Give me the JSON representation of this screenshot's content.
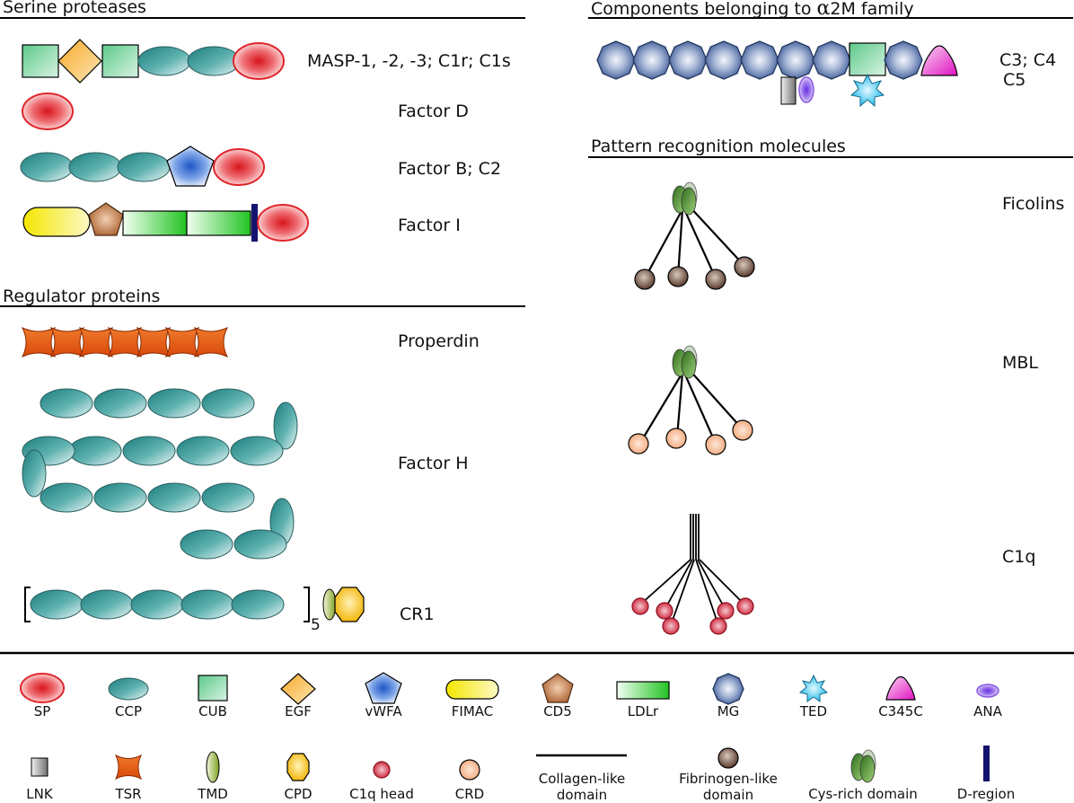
{
  "sections": {
    "serine": "Serine proteases",
    "regulator": "Regulator proteins",
    "a2m_prefix": "Components belonging to ",
    "a2m_alpha": "α",
    "a2m_suffix": "2M family",
    "pattern": "Pattern recognition molecules"
  },
  "labels": {
    "masp": "MASP-1, -2, -3; C1r; C1s",
    "factor_d": "Factor D",
    "factor_b": "Factor B; C2",
    "factor_i": "Factor I",
    "properdin": "Properdin",
    "factor_h": "Factor H",
    "cr1": "CR1",
    "cr1_repeat": "5",
    "c3_line1": "C3; C4",
    "c3_line2": "C5",
    "ficolins": "Ficolins",
    "mbl": "MBL",
    "c1q": "C1q"
  },
  "legend": {
    "row1": [
      "SP",
      "CCP",
      "CUB",
      "EGF",
      "vWFA",
      "FIMAC",
      "CD5",
      "LDLr",
      "MG",
      "TED",
      "C345C",
      "ANA"
    ],
    "row2": [
      "LNK",
      "TSR",
      "TMD",
      "CPD",
      "C1q head",
      "CRD",
      "Collagen-like domain",
      "Fibrinogen-like domain",
      "Cys-rich domain",
      "D-region"
    ]
  },
  "colors": {
    "sp": "#e0252b",
    "ccp": "#2a8c8c",
    "cub": "#7cd4a0",
    "egf": "#f3b848",
    "vwfa": "#2f6fd0",
    "fimac": "#f2e000",
    "cd5": "#b86a36",
    "ldlr": "#33cc33",
    "mg": "#4d6aa8",
    "ted": "#38c8f0",
    "c345c": "#e010c0",
    "ana": "#8a55e0",
    "lnk": "#888888",
    "tsr": "#e6580e",
    "tmd": "#8eb030",
    "cpd": "#f0b800",
    "c1q_head": "#d9303f",
    "crd": "#f5b38a",
    "fibrinogen": "#6b4c3d",
    "cys_rich": "#4d8a28",
    "d_region": "#14146e"
  }
}
